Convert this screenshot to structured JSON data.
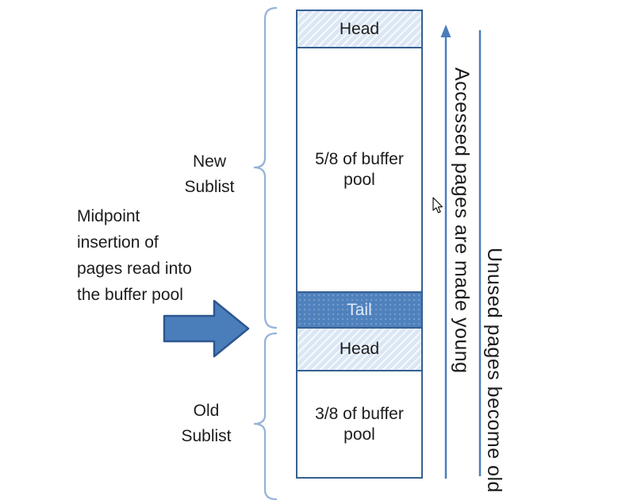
{
  "column": {
    "sections": [
      {
        "label": "Head",
        "style": "head"
      },
      {
        "label": "5/8 of buffer pool",
        "style": "plain"
      },
      {
        "label": "Tail",
        "style": "tail"
      },
      {
        "label": "Head",
        "style": "head"
      },
      {
        "label": "3/8 of buffer pool",
        "style": "plain"
      }
    ]
  },
  "left": {
    "new_sublist": "New\nSublist",
    "midpoint_note": "Midpoint\ninsertion of\npages read into\nthe buffer pool",
    "old_sublist": "Old\nSublist"
  },
  "right": {
    "accessed_label": "Accessed pages are made young",
    "unused_label": "Unused pages become old"
  },
  "colors": {
    "border": "#365f91",
    "head_fill": "#dce7f5",
    "tail_fill": "#4f81bd",
    "arrow_fill": "#4a7ebb",
    "arrow_stroke": "#2e5690",
    "brace": "#95b3d7",
    "line": "#4a7ebb"
  }
}
